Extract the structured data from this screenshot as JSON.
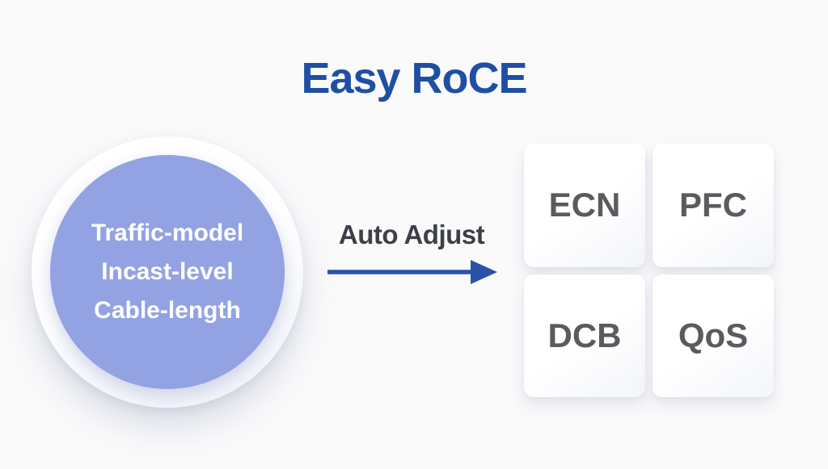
{
  "title": "Easy RoCE",
  "circle": {
    "lines": [
      "Traffic-model",
      "Incast-level",
      "Cable-length"
    ]
  },
  "arrow": {
    "label": "Auto Adjust"
  },
  "cards": [
    {
      "label": "ECN"
    },
    {
      "label": "PFC"
    },
    {
      "label": "DCB"
    },
    {
      "label": "QoS"
    }
  ],
  "colors": {
    "bg": "#fafafb",
    "title-blue": "#1e4fa5",
    "arrow-blue": "#2a52a8",
    "circle-fill": "#93a2e3",
    "label-dark": "#3c4046",
    "card-text": "#5a5b5f"
  }
}
